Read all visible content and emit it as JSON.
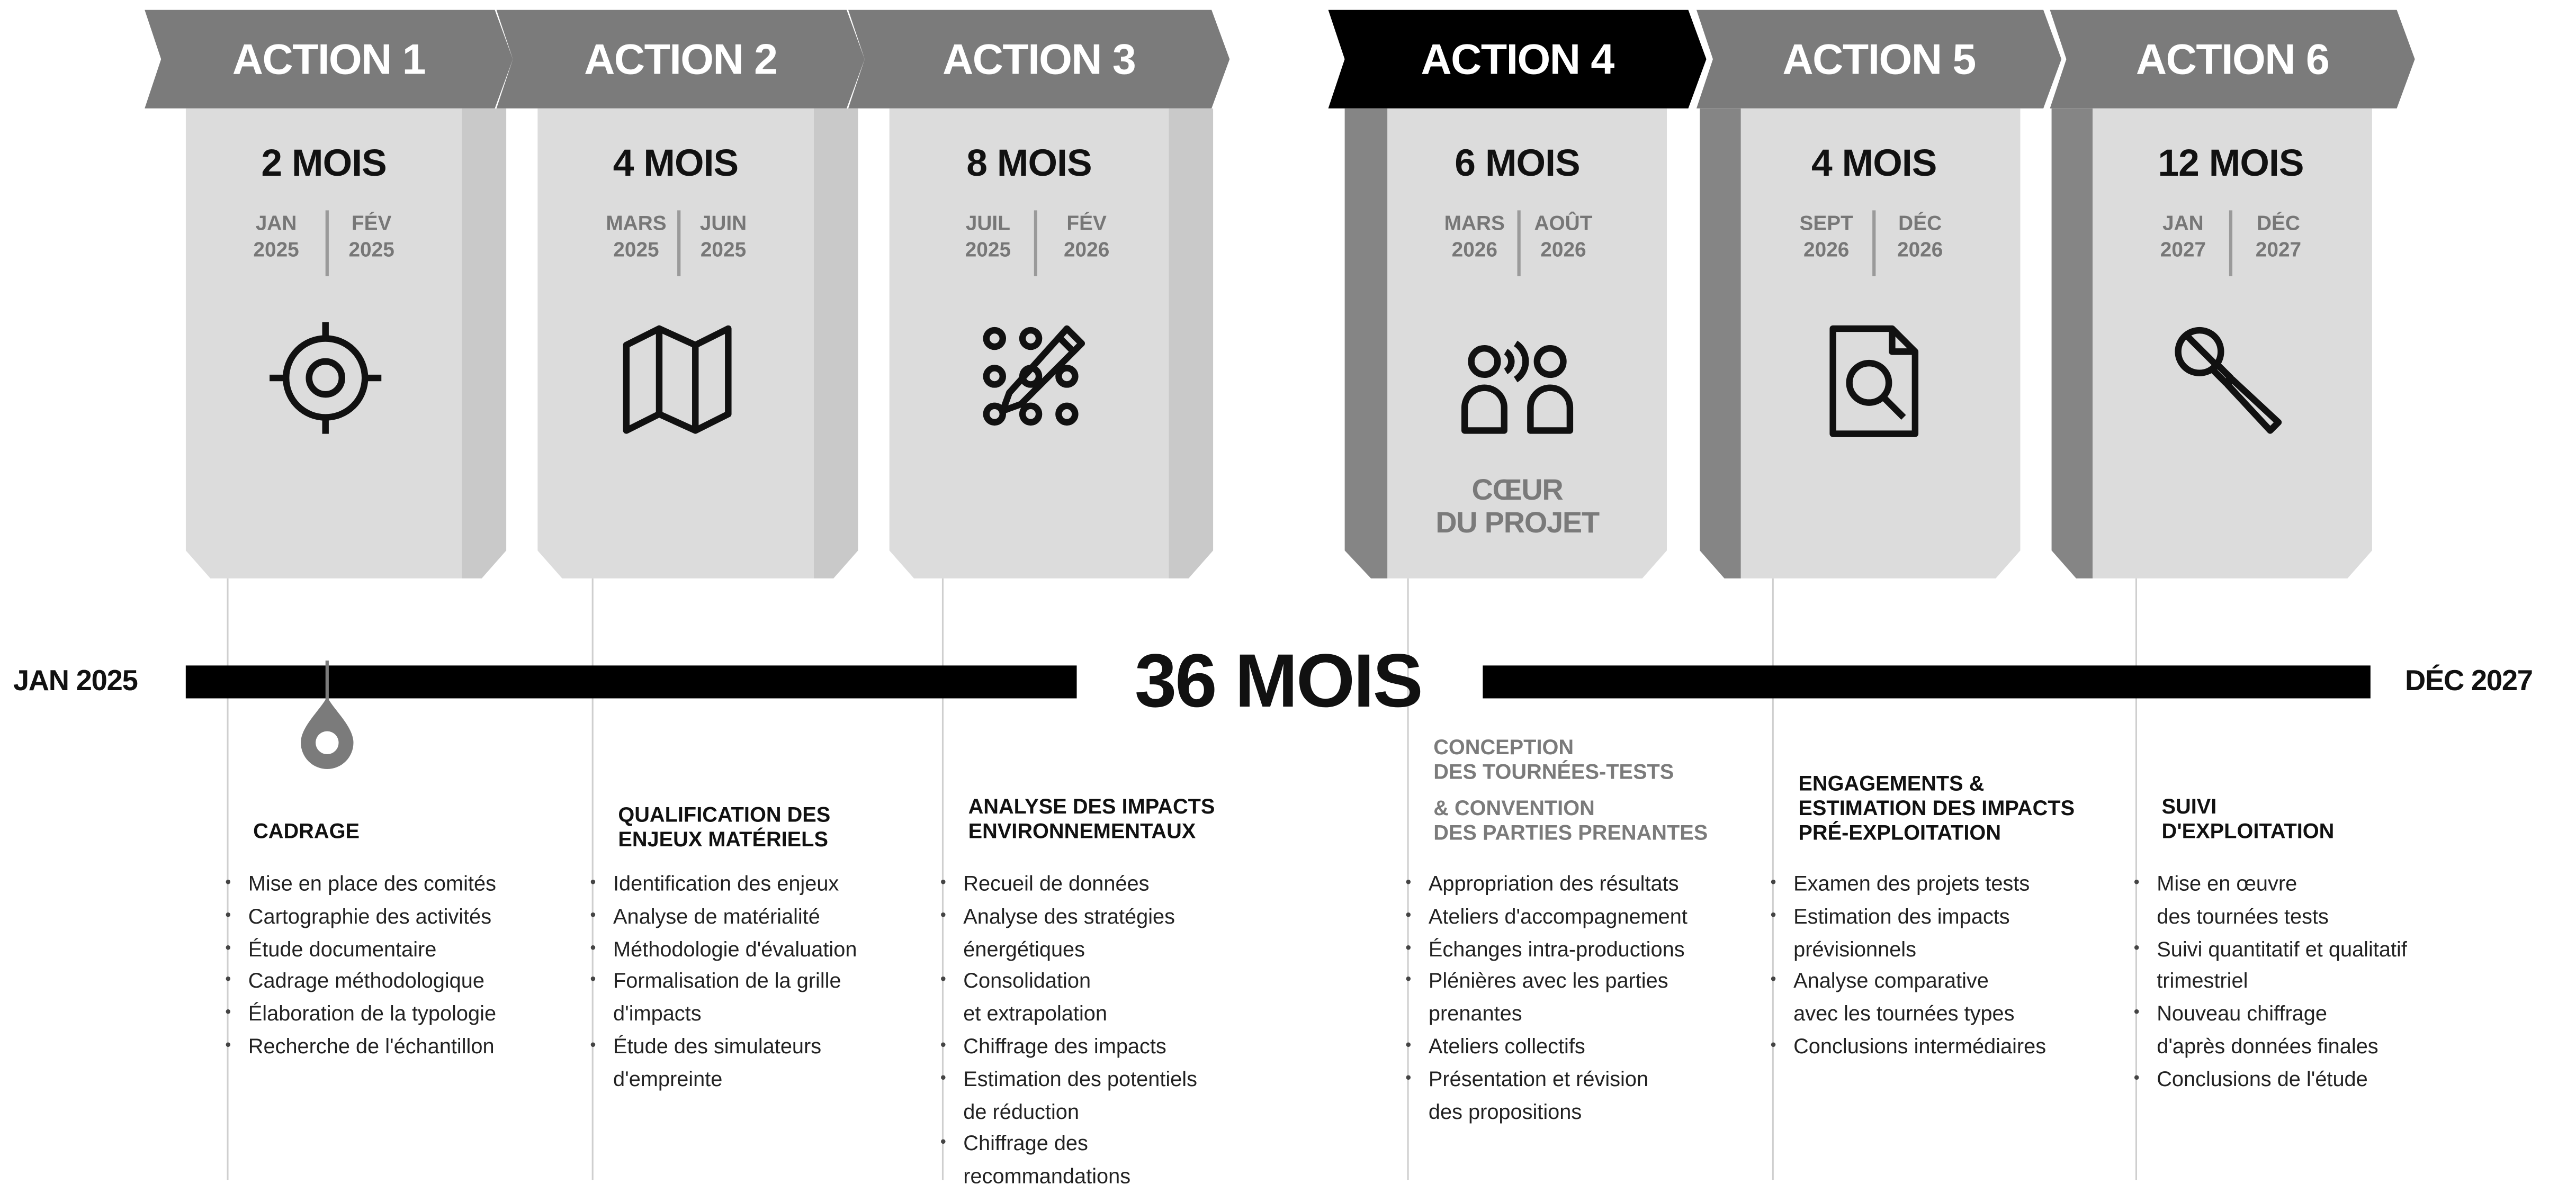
{
  "colors": {
    "banner": "#7b7b7b",
    "banner_core": "#000000",
    "card": "#dcdcdc",
    "card_shade": "#c9c9c9",
    "card_core_stripe": "#858585",
    "timeline": "#000000"
  },
  "timeline": {
    "start": "JAN 2025",
    "end": "DÉC 2027",
    "total": "36 MOIS"
  },
  "actions": [
    {
      "label": "ACTION 1",
      "months": "2 MOIS",
      "start_month": "JAN",
      "start_year": "2025",
      "end_month": "FÉV",
      "end_year": "2025",
      "icon": "target-icon",
      "title_lines": [
        "CADRAGE"
      ],
      "items": [
        [
          "Mise en place des comités"
        ],
        [
          "Cartographie des activités"
        ],
        [
          "Étude documentaire"
        ],
        [
          "Cadrage méthodologique"
        ],
        [
          "Élaboration de la typologie"
        ],
        [
          "Recherche de l'échantillon"
        ]
      ]
    },
    {
      "label": "ACTION 2",
      "months": "4 MOIS",
      "start_month": "MARS",
      "start_year": "2025",
      "end_month": "JUIN",
      "end_year": "2025",
      "icon": "map-icon",
      "title_lines": [
        "QUALIFICATION DES",
        "ENJEUX MATÉRIELS"
      ],
      "items": [
        [
          "Identification des enjeux"
        ],
        [
          "Analyse de matérialité"
        ],
        [
          "Méthodologie d'évaluation"
        ],
        [
          "Formalisation de la grille",
          "d'impacts"
        ],
        [
          "Étude des simulateurs",
          "d'empreinte"
        ]
      ]
    },
    {
      "label": "ACTION 3",
      "months": "8 MOIS",
      "start_month": "JUIL",
      "start_year": "2025",
      "end_month": "FÉV",
      "end_year": "2026",
      "icon": "pattern-pencil-icon",
      "title_lines": [
        "ANALYSE DES IMPACTS",
        "ENVIRONNEMENTAUX"
      ],
      "items": [
        [
          "Recueil de données"
        ],
        [
          "Analyse des stratégies",
          "énergétiques"
        ],
        [
          "Consolidation",
          "et extrapolation"
        ],
        [
          "Chiffrage des impacts"
        ],
        [
          "Estimation des potentiels",
          "de réduction"
        ],
        [
          "Chiffrage des",
          "recommandations"
        ]
      ]
    },
    {
      "label": "ACTION 4",
      "months": "6 MOIS",
      "start_month": "MARS",
      "start_year": "2026",
      "end_month": "AOÛT",
      "end_year": "2026",
      "icon": "people-talking-icon",
      "core_label_lines": [
        "CŒUR",
        "DU PROJET"
      ],
      "title_lines": [
        "CONCEPTION",
        "DES TOURNÉES-TESTS",
        "& CONVENTION",
        "DES PARTIES PRENANTES"
      ],
      "items": [
        [
          "Appropriation des résultats"
        ],
        [
          "Ateliers d'accompagnement"
        ],
        [
          "Échanges intra-productions"
        ],
        [
          "Plénières avec les parties",
          "prenantes"
        ],
        [
          "Ateliers collectifs"
        ],
        [
          "Présentation et révision",
          "des propositions"
        ]
      ]
    },
    {
      "label": "ACTION 5",
      "months": "4 MOIS",
      "start_month": "SEPT",
      "start_year": "2026",
      "end_month": "DÉC",
      "end_year": "2026",
      "icon": "document-search-icon",
      "title_lines": [
        "ENGAGEMENTS &",
        "ESTIMATION DES IMPACTS",
        "PRÉ-EXPLOITATION"
      ],
      "items": [
        [
          "Examen des projets tests"
        ],
        [
          "Estimation des impacts",
          "prévisionnels"
        ],
        [
          "Analyse comparative",
          "avec les tournées types"
        ],
        [
          "Conclusions intermédiaires"
        ]
      ]
    },
    {
      "label": "ACTION 6",
      "months": "12 MOIS",
      "start_month": "JAN",
      "start_year": "2027",
      "end_month": "DÉC",
      "end_year": "2027",
      "icon": "microphone-icon",
      "title_lines": [
        "SUIVI",
        "D'EXPLOITATION"
      ],
      "items": [
        [
          "Mise en œuvre",
          "des tournées tests"
        ],
        [
          "Suivi quantitatif et qualitatif",
          "trimestriel"
        ],
        [
          "Nouveau chiffrage",
          "d'après données finales"
        ],
        [
          "Conclusions de l'étude"
        ]
      ]
    }
  ]
}
